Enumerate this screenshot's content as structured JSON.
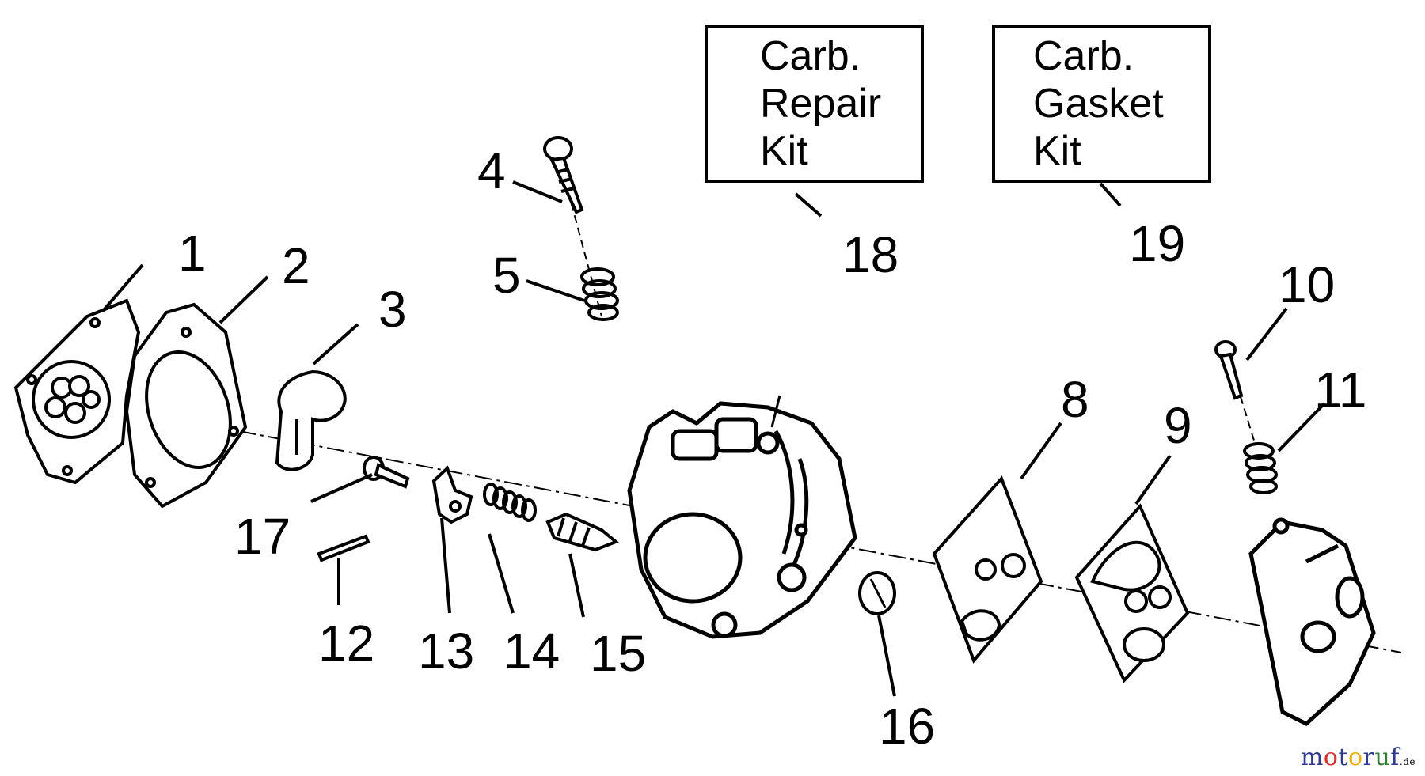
{
  "kits": [
    {
      "id": "kit-repair",
      "lines": [
        "Carb.",
        "Repair",
        "Kit"
      ],
      "number": "18"
    },
    {
      "id": "kit-gasket",
      "lines": [
        "Carb.",
        "Gasket",
        "Kit"
      ],
      "number": "19"
    }
  ],
  "parts": [
    {
      "number": "1"
    },
    {
      "number": "2"
    },
    {
      "number": "3"
    },
    {
      "number": "4"
    },
    {
      "number": "5"
    },
    {
      "number": "8"
    },
    {
      "number": "9"
    },
    {
      "number": "10"
    },
    {
      "number": "11"
    },
    {
      "number": "12"
    },
    {
      "number": "13"
    },
    {
      "number": "14"
    },
    {
      "number": "15"
    },
    {
      "number": "16"
    },
    {
      "number": "17"
    }
  ],
  "watermark": {
    "letters": [
      {
        "ch": "m",
        "color": "#2f3a8f"
      },
      {
        "ch": "o",
        "color": "#d32f2f"
      },
      {
        "ch": "t",
        "color": "#2f3a8f"
      },
      {
        "ch": "o",
        "color": "#f2a900"
      },
      {
        "ch": "r",
        "color": "#2f3a8f"
      },
      {
        "ch": "u",
        "color": "#2e7d32"
      },
      {
        "ch": "f",
        "color": "#2f3a8f"
      }
    ],
    "suffix": ".de"
  },
  "colors": {
    "ink": "#000000",
    "paper": "#ffffff"
  }
}
